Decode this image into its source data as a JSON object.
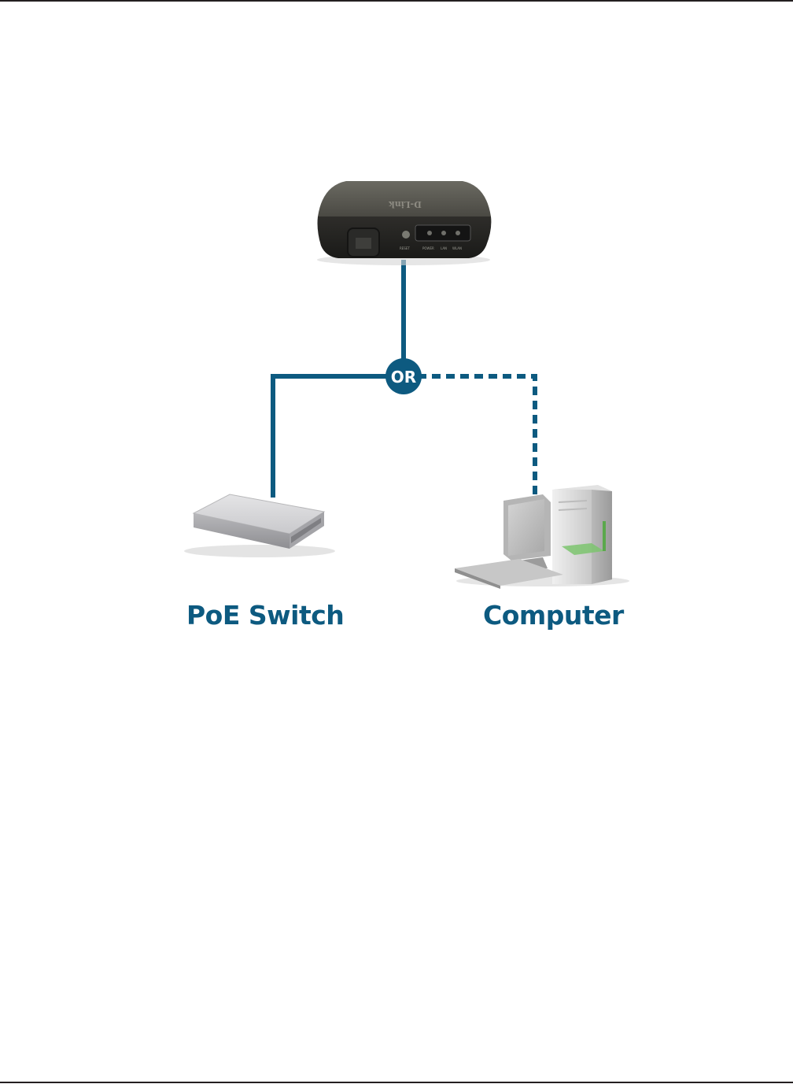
{
  "colors": {
    "accent": "#0d5a80",
    "rule": "#231f20"
  },
  "device": {
    "brand": "D-Link",
    "port_labels": [
      "RESET",
      "POWER",
      "LAN",
      "WLAN"
    ]
  },
  "connector": {
    "text": "OR"
  },
  "nodes": {
    "poe_switch": "PoE Switch",
    "computer": "Computer"
  },
  "icons": [
    "access-point-image",
    "poe-switch-image",
    "computer-image"
  ]
}
